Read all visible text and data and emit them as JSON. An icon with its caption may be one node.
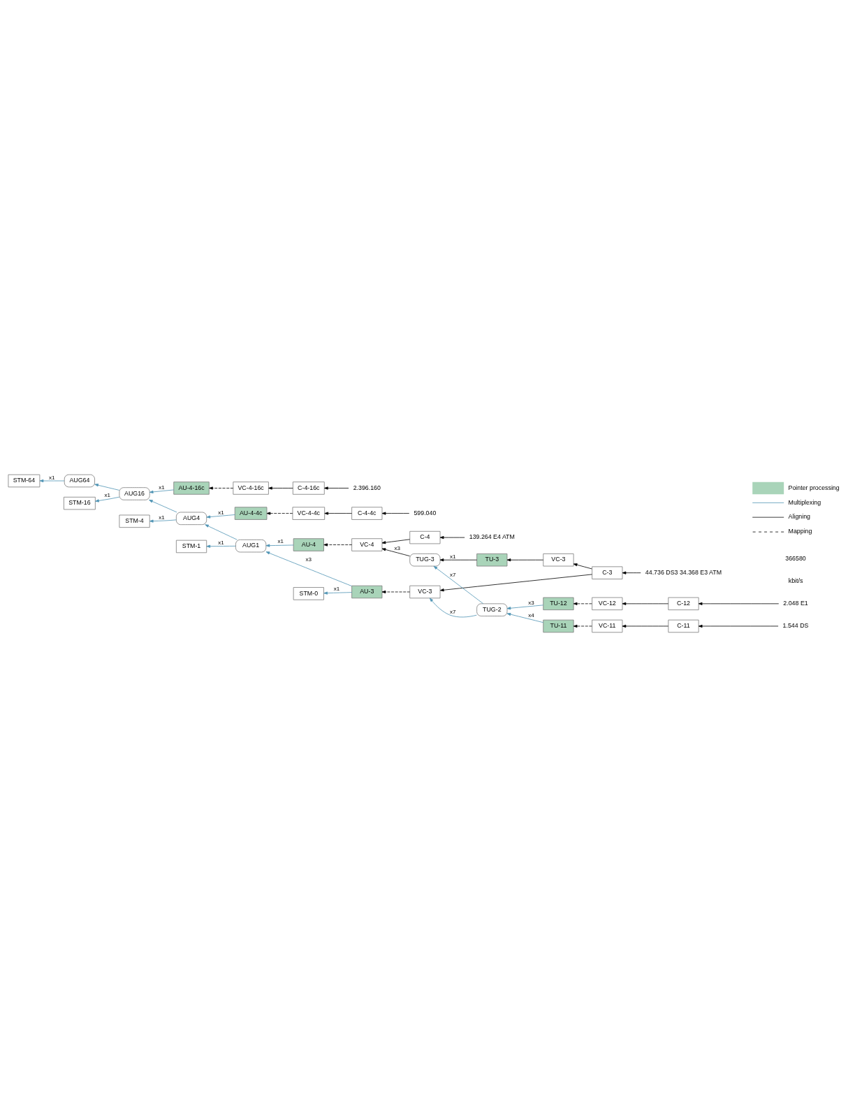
{
  "diagram": {
    "nodes": [
      {
        "text": [
          "STM-64"
        ]
      },
      {
        "text": [
          "AUG64"
        ]
      },
      {
        "text": [
          "STM-16"
        ]
      },
      {
        "text": [
          "AUG16"
        ]
      },
      {
        "text": [
          "AU-4-16c"
        ]
      },
      {
        "text": [
          "VC-4-16c"
        ]
      },
      {
        "text": [
          "C-4-16c"
        ]
      },
      {
        "text": [
          "STM-4"
        ]
      },
      {
        "text": [
          "AUG4"
        ]
      },
      {
        "text": [
          "AU-4-4c"
        ]
      },
      {
        "text": [
          "VC-4-4c"
        ]
      },
      {
        "text": [
          "C-4-4c"
        ]
      },
      {
        "text": [
          "STM-1"
        ]
      },
      {
        "text": [
          "AUG1"
        ]
      },
      {
        "text": [
          "AU-4"
        ]
      },
      {
        "text": [
          "VC-4"
        ]
      },
      {
        "text": [
          "C-4"
        ]
      },
      {
        "text": [
          "TUG-3"
        ]
      },
      {
        "text": [
          "TU-3"
        ]
      },
      {
        "text": [
          "VC-3"
        ]
      },
      {
        "text": [
          "STM-0"
        ]
      },
      {
        "text": [
          "AU-3"
        ]
      },
      {
        "text": [
          "VC-3"
        ]
      },
      {
        "text": [
          "C-3"
        ]
      },
      {
        "text": [
          "TUG-2"
        ]
      },
      {
        "text": [
          "TU-12"
        ]
      },
      {
        "text": [
          "VC-12"
        ]
      },
      {
        "text": [
          "C-12"
        ]
      },
      {
        "text": [
          "TU-11"
        ]
      },
      {
        "text": [
          "VC-11"
        ]
      },
      {
        "text": [
          "C-11"
        ]
      },
      {
        "text": [
          "2.396.160"
        ]
      },
      {
        "text": [
          "599.040"
        ]
      },
      {
        "text": [
          "139.264 E4 ATM"
        ]
      },
      {
        "text": [
          "44.736 DS3 34.368 E3 ATM"
        ]
      },
      {
        "text": [
          "2.048 E1"
        ]
      },
      {
        "text": [
          "1.544 DS"
        ]
      }
    ],
    "edges": [
      {
        "from": 1,
        "to": 0,
        "arrow": "to",
        "label": "x1",
        "color": "#4f94b4"
      },
      {
        "from": 3,
        "to": 1,
        "arrow": "to",
        "color": "#4f94b4"
      },
      {
        "from": 3,
        "to": 2,
        "arrow": "to",
        "label": "x1",
        "color": "#4f94b4"
      },
      {
        "from": 4,
        "to": 3,
        "arrow": "to",
        "label": "x1",
        "color": "#4f94b4"
      },
      {
        "from": 5,
        "to": 4,
        "arrow": "to",
        "style": "dashed"
      },
      {
        "from": 6,
        "to": 5,
        "arrow": "to"
      },
      {
        "from": 31,
        "to": 6,
        "arrow": "to"
      },
      {
        "from": 8,
        "to": 3,
        "arrow": "to",
        "color": "#4f94b4"
      },
      {
        "from": 8,
        "to": 7,
        "arrow": "to",
        "label": "x1",
        "color": "#4f94b4"
      },
      {
        "from": 9,
        "to": 8,
        "arrow": "to",
        "label": "x1",
        "color": "#4f94b4"
      },
      {
        "from": 10,
        "to": 9,
        "arrow": "to",
        "style": "dashed"
      },
      {
        "from": 11,
        "to": 10,
        "arrow": "to"
      },
      {
        "from": 32,
        "to": 11,
        "arrow": "to"
      },
      {
        "from": 13,
        "to": 8,
        "arrow": "to",
        "color": "#4f94b4"
      },
      {
        "from": 13,
        "to": 12,
        "arrow": "to",
        "label": "x1",
        "color": "#4f94b4"
      },
      {
        "from": 14,
        "to": 13,
        "arrow": "to",
        "label": "x1",
        "color": "#4f94b4"
      },
      {
        "from": 15,
        "to": 14,
        "arrow": "to",
        "style": "dashed"
      },
      {
        "from": 16,
        "to": 15,
        "arrow": "to"
      },
      {
        "from": 33,
        "to": 16,
        "arrow": "to"
      },
      {
        "from": 17,
        "to": 15,
        "arrow": "to",
        "label": "x3"
      },
      {
        "from": 18,
        "to": 17,
        "arrow": "to",
        "label": "x1"
      },
      {
        "from": 19,
        "to": 18,
        "arrow": "to"
      },
      {
        "from": 23,
        "to": 19,
        "arrow": "to"
      },
      {
        "from": 21,
        "to": 13,
        "arrow": "to",
        "label": "x3",
        "color": "#4f94b4"
      },
      {
        "from": 21,
        "to": 20,
        "arrow": "to",
        "label": "x1",
        "color": "#4f94b4"
      },
      {
        "from": 22,
        "to": 21,
        "arrow": "to",
        "style": "dashed"
      },
      {
        "from": 23,
        "to": 22,
        "arrow": "to"
      },
      {
        "from": 34,
        "to": 23,
        "arrow": "to"
      },
      {
        "from": 24,
        "to": 17,
        "arrow": "to",
        "label": "x7",
        "color": "#4f94b4"
      },
      {
        "from": 24,
        "to": 22,
        "arrow": "to",
        "label": "x7",
        "color": "#4f94b4"
      },
      {
        "from": 25,
        "to": 24,
        "arrow": "to",
        "label": "x3",
        "color": "#4f94b4"
      },
      {
        "from": 26,
        "to": 25,
        "arrow": "to",
        "style": "dashed"
      },
      {
        "from": 27,
        "to": 26,
        "arrow": "to"
      },
      {
        "from": 35,
        "to": 27,
        "arrow": "to"
      },
      {
        "from": 28,
        "to": 24,
        "arrow": "to",
        "label": "x4",
        "color": "#4f94b4"
      },
      {
        "from": 29,
        "to": 28,
        "arrow": "to",
        "style": "dashed"
      },
      {
        "from": 30,
        "to": 29,
        "arrow": "to"
      },
      {
        "from": 36,
        "to": 30,
        "arrow": "to"
      }
    ],
    "labels": [
      "kbit/s",
      "366580"
    ],
    "legend": [
      {
        "text": "Pointer processing",
        "color": "#a9d4b9"
      },
      {
        "text": "Multiplexing"
      },
      {
        "text": "Aligning"
      },
      {
        "text": "Mapping"
      }
    ]
  }
}
